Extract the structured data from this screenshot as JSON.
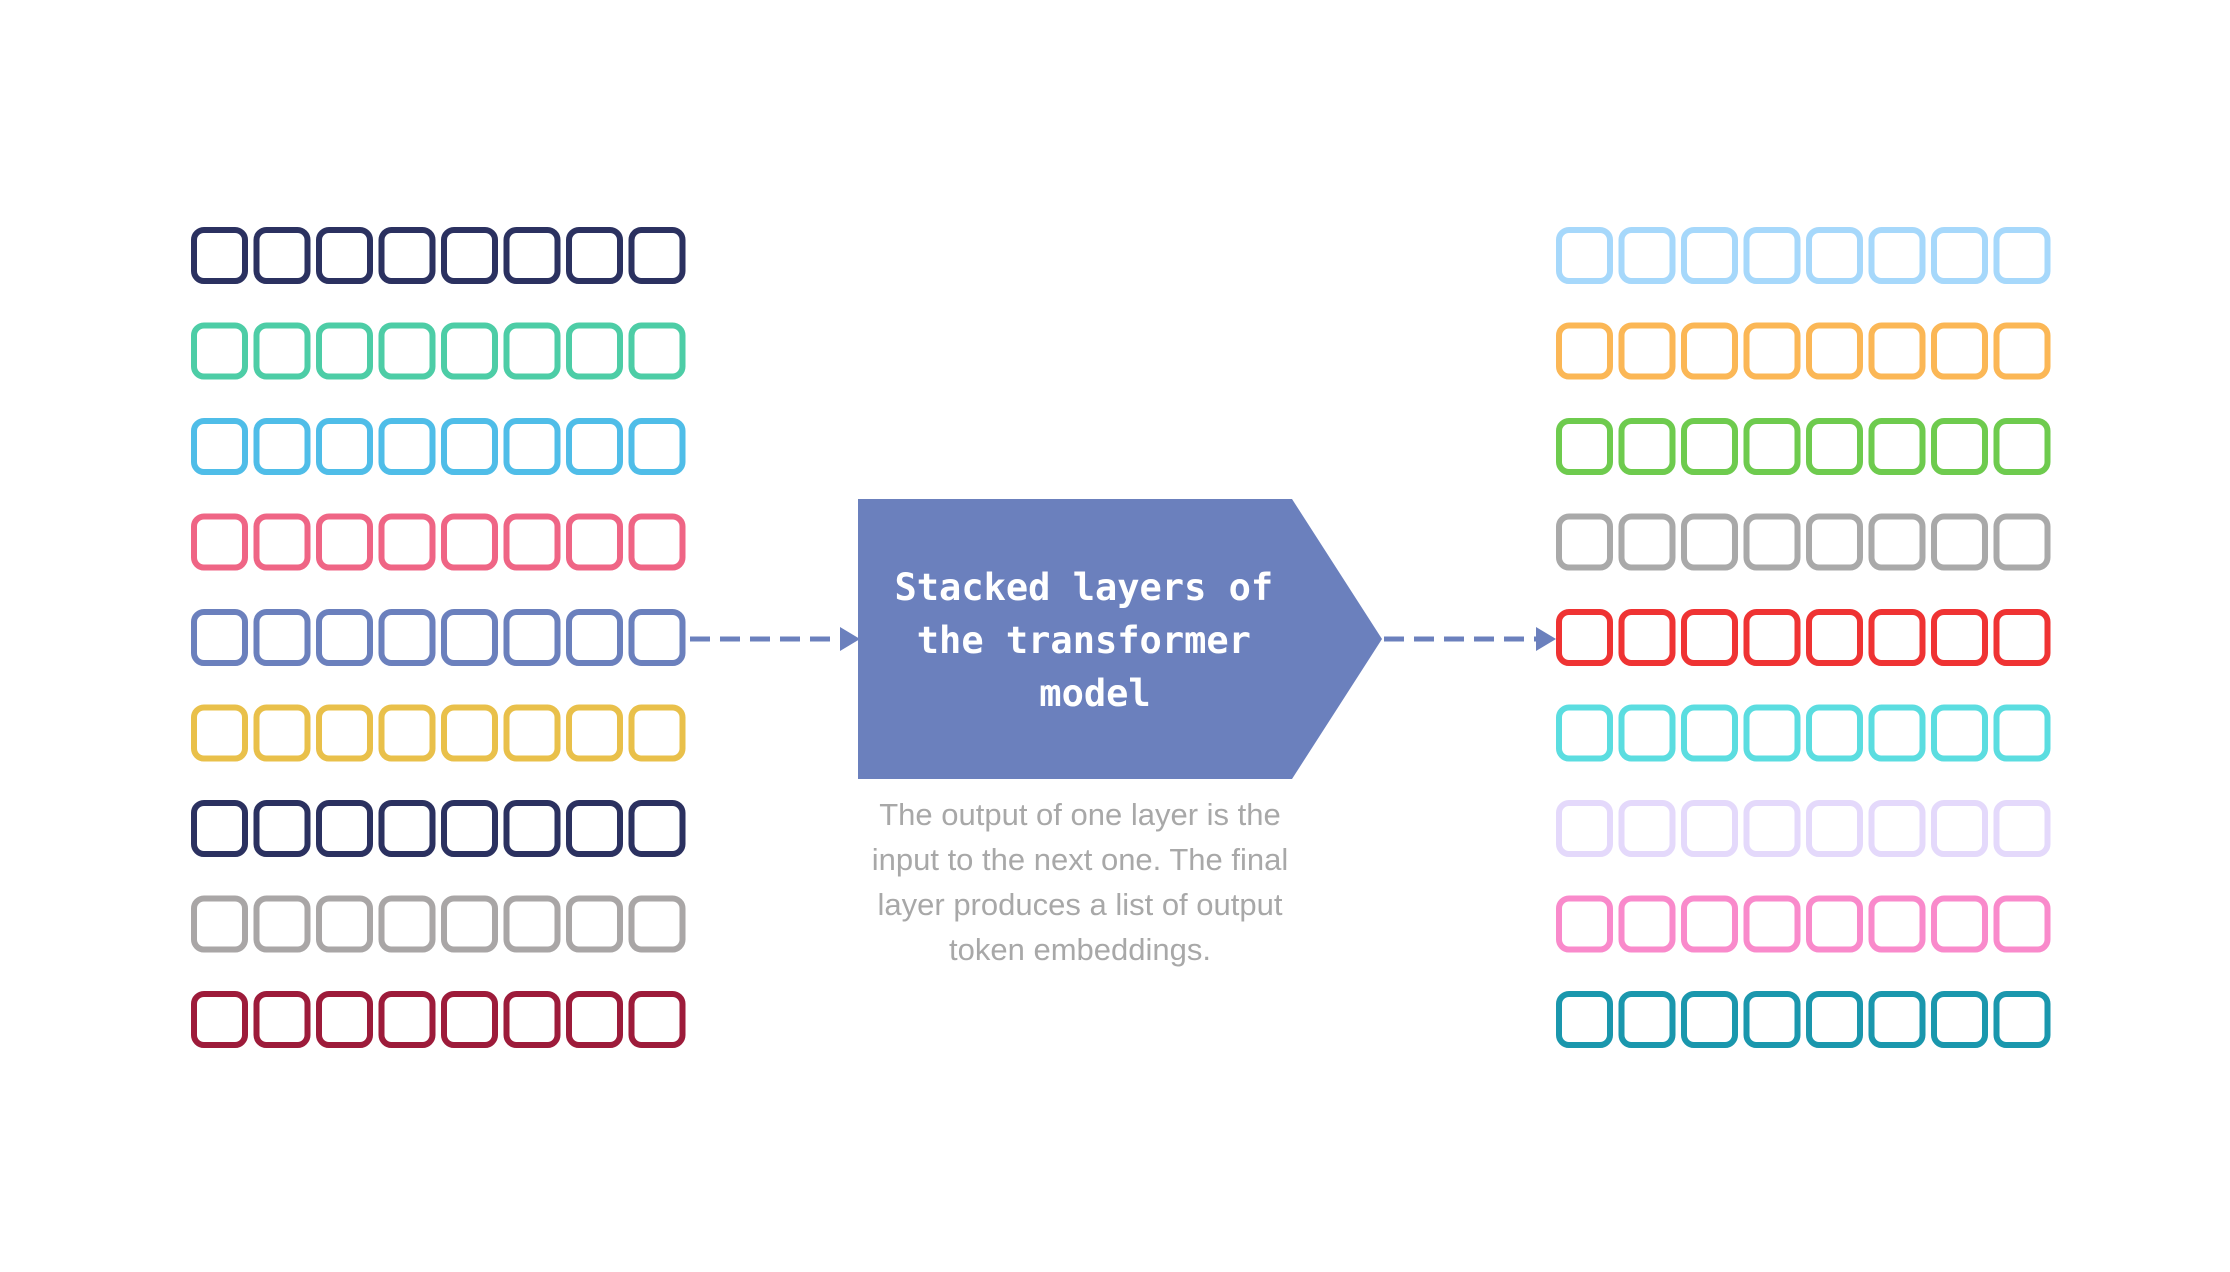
{
  "block": {
    "lines": [
      "Stacked layers of",
      "the transformer",
      "model"
    ],
    "color": "#6b80bd",
    "text_color": "#ffffff"
  },
  "caption": {
    "lines": [
      "The output of one layer is the",
      "input to the next one. The final",
      "layer produces a list of output",
      "token embeddings."
    ],
    "color": "#a8a8a8"
  },
  "arrow_color": "#6b80bd",
  "cells_per_row": 8,
  "input_embeddings": [
    {
      "color": "#2b3160"
    },
    {
      "color": "#4dcda6"
    },
    {
      "color": "#4fbde8"
    },
    {
      "color": "#ef6585"
    },
    {
      "color": "#6b80bd"
    },
    {
      "color": "#e9c04a"
    },
    {
      "color": "#2b3160"
    },
    {
      "color": "#a9a6a6"
    },
    {
      "color": "#9d1b3a"
    }
  ],
  "output_embeddings": [
    {
      "color": "#a6d8fb"
    },
    {
      "color": "#fbb756"
    },
    {
      "color": "#6ecb4e"
    },
    {
      "color": "#a9a9a9"
    },
    {
      "color": "#ef3333"
    },
    {
      "color": "#5bdde0"
    },
    {
      "color": "#e4d9fb"
    },
    {
      "color": "#f98acb"
    },
    {
      "color": "#1a97ad"
    }
  ]
}
